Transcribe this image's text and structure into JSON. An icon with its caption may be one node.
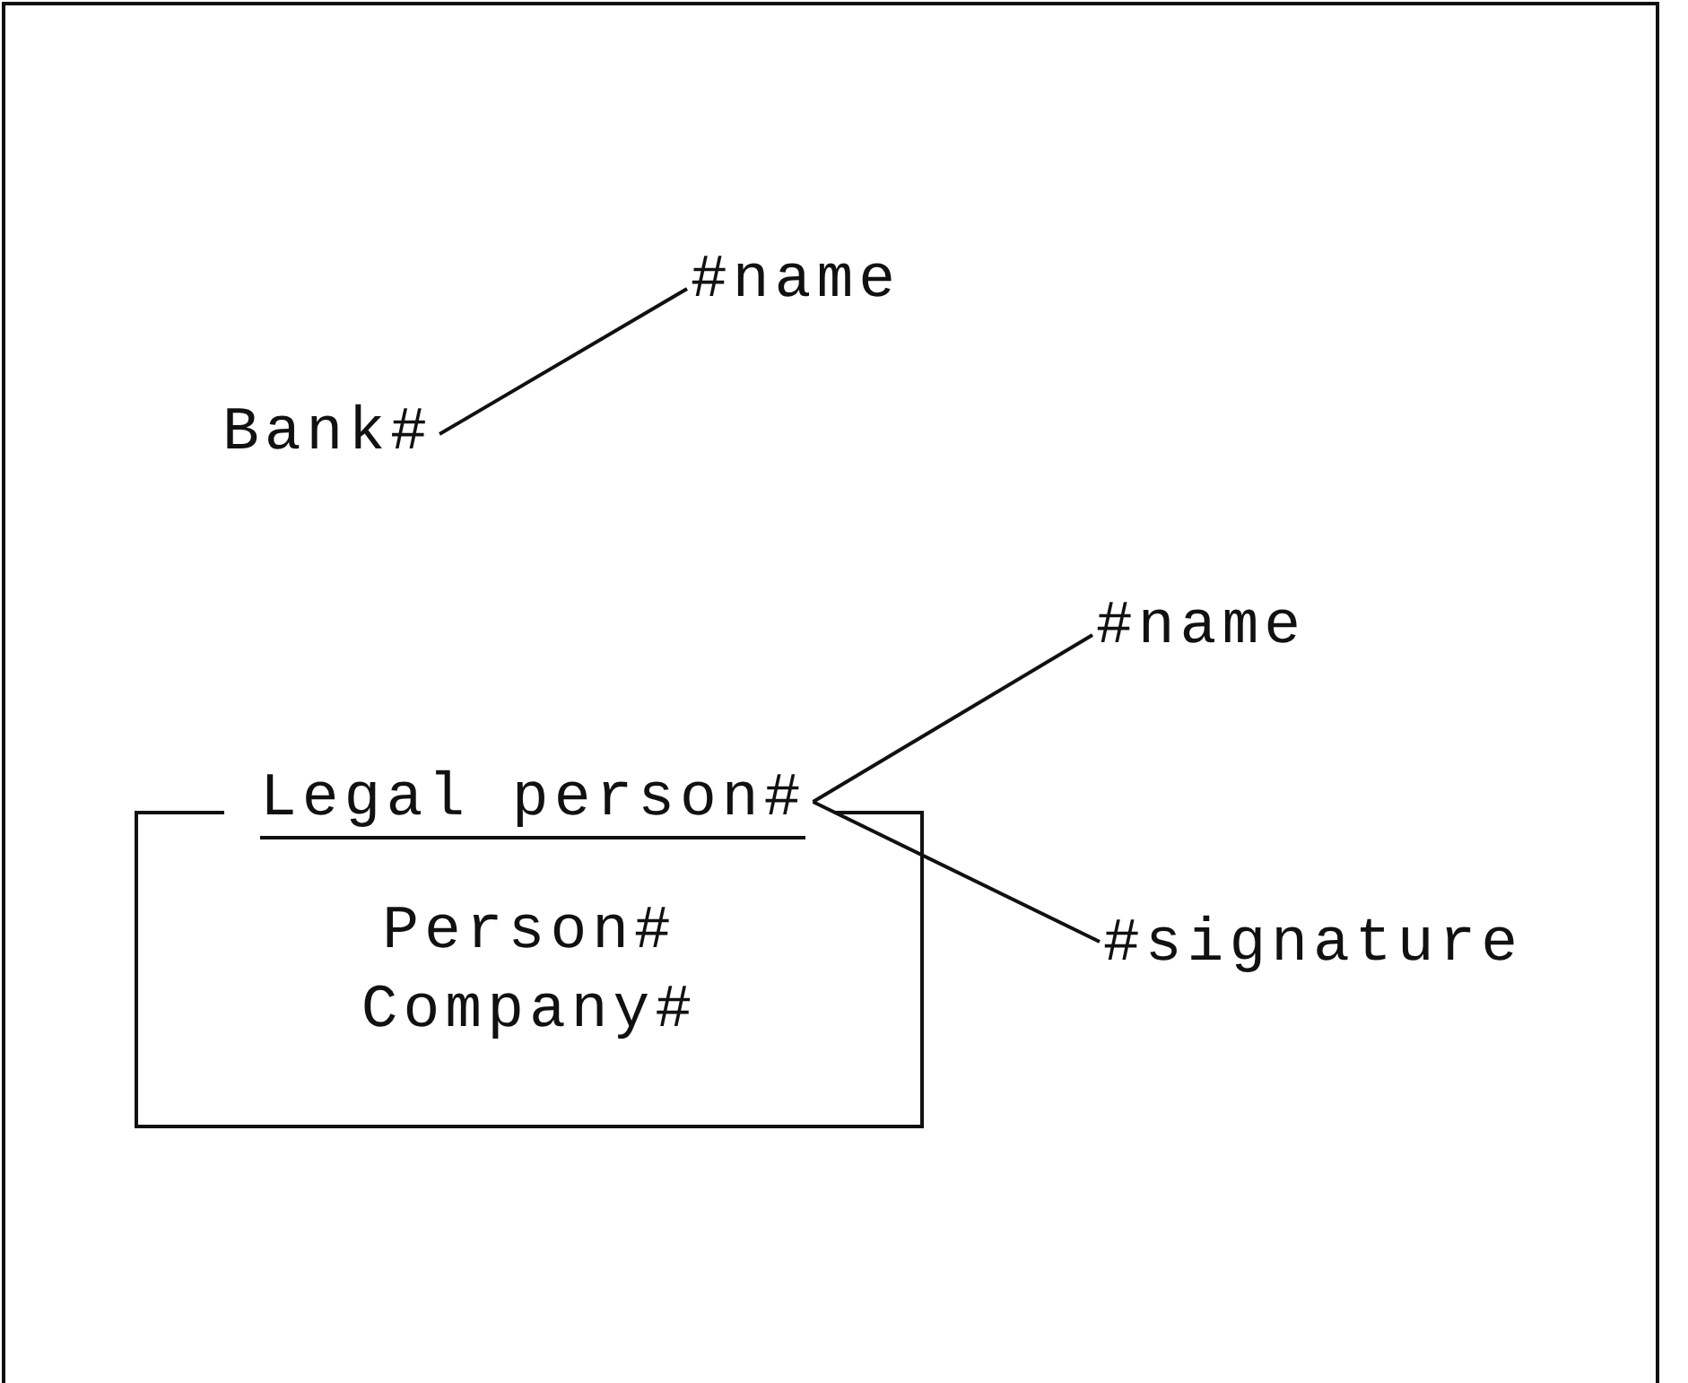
{
  "diagram": {
    "nodes": [
      {
        "text": [
          "Bank#"
        ]
      },
      {
        "text": [
          "#name"
        ]
      },
      {
        "text": [
          "Legal person#",
          "Person#",
          "Company#"
        ]
      },
      {
        "text": [
          "#name"
        ]
      },
      {
        "text": [
          "#signature"
        ]
      }
    ],
    "edges": [
      {
        "from": 0,
        "to": 1,
        "arrow": "none"
      },
      {
        "from": 2,
        "to": 3,
        "arrow": "none"
      },
      {
        "from": 2,
        "to": 4,
        "arrow": "none"
      }
    ]
  }
}
